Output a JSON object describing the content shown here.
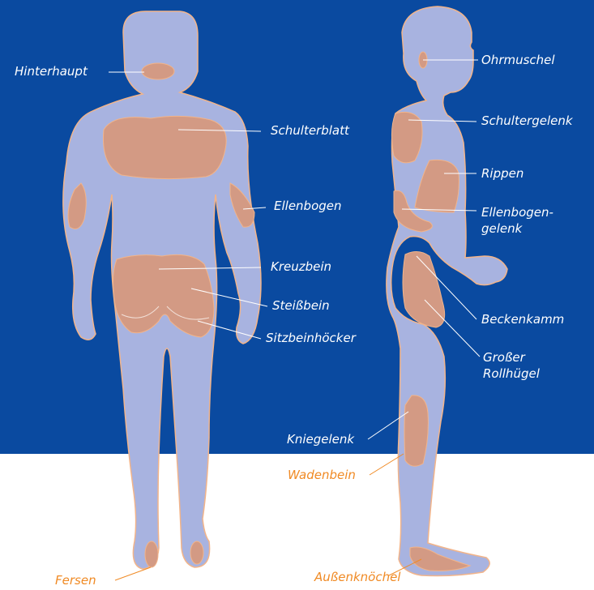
{
  "colors": {
    "background_top": "#0a4aa0",
    "background_bottom": "#ffffff",
    "body_fill": "#a8b3e0",
    "body_outline": "#f2b48a",
    "pressure_area": "#d39a84",
    "label_on_blue": "#ffffff",
    "label_on_white": "#f08a24"
  },
  "labels": {
    "hinterhaupt": "Hinterhaupt",
    "schulterblatt": "Schulterblatt",
    "ellenbogen": "Ellenbogen",
    "kreuzbein": "Kreuzbein",
    "steissbein": "Steißbein",
    "sitzbeinhoecker": "Sitzbeinhöcker",
    "fersen": "Fersen",
    "ohrmuschel": "Ohrmuschel",
    "schultergelenk": "Schultergelenk",
    "rippen": "Rippen",
    "ellenbogengelenk_line1": "Ellenbogen-",
    "ellenbogengelenk_line2": "gelenk",
    "beckenkamm": "Beckenkamm",
    "grosser_rollhuegel_line1": "Großer",
    "grosser_rollhuegel_line2": "Rollhügel",
    "kniegelenk": "Kniegelenk",
    "wadenbein": "Wadenbein",
    "aussenknoechel": "Außenknöchel"
  }
}
